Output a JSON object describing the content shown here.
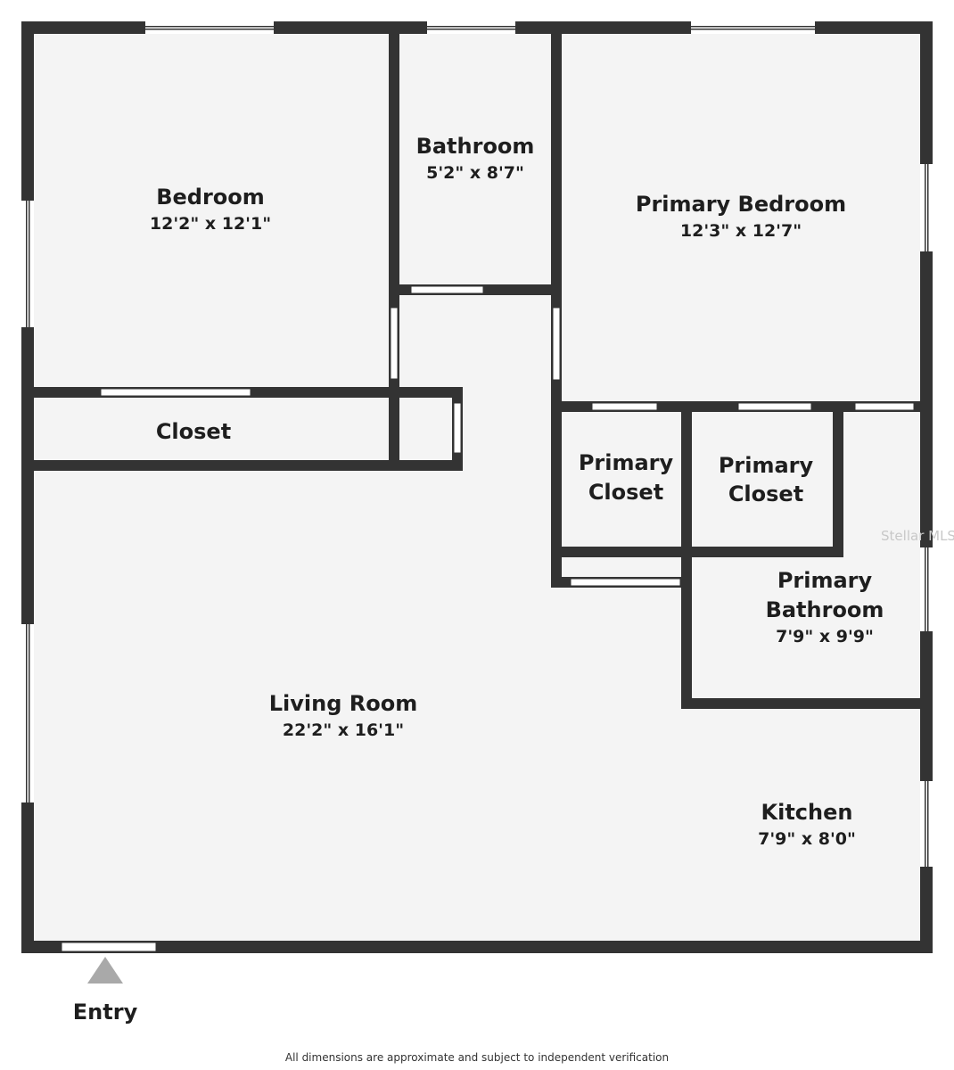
{
  "colors": {
    "wall": "#333333",
    "floor": "#f4f4f4",
    "opening": "#ffffff",
    "text": "#1e1e1e",
    "entry_marker": "#a9a9a9",
    "watermark": "#c8c8c8"
  },
  "rooms": {
    "bedroom": {
      "name": "Bedroom",
      "dims": "12'2\" x 12'1\""
    },
    "bathroom": {
      "name": "Bathroom",
      "dims": "5'2\" x 8'7\""
    },
    "primary_bedroom": {
      "name": "Primary Bedroom",
      "dims": "12'3\" x 12'7\""
    },
    "closet": {
      "name": "Closet"
    },
    "primary_closet_1": {
      "name_line1": "Primary",
      "name_line2": "Closet"
    },
    "primary_closet_2": {
      "name_line1": "Primary",
      "name_line2": "Closet"
    },
    "primary_bathroom": {
      "name_line1": "Primary",
      "name_line2": "Bathroom",
      "dims": "7'9\" x 9'9\""
    },
    "living_room": {
      "name": "Living Room",
      "dims": "22'2\" x 16'1\""
    },
    "kitchen": {
      "name": "Kitchen",
      "dims": "7'9\" x 8'0\""
    }
  },
  "entry": {
    "label": "Entry",
    "icon": "triangle-up-icon"
  },
  "watermark": "Stellar MLS",
  "disclaimer": "All dimensions are approximate and subject to independent verification"
}
